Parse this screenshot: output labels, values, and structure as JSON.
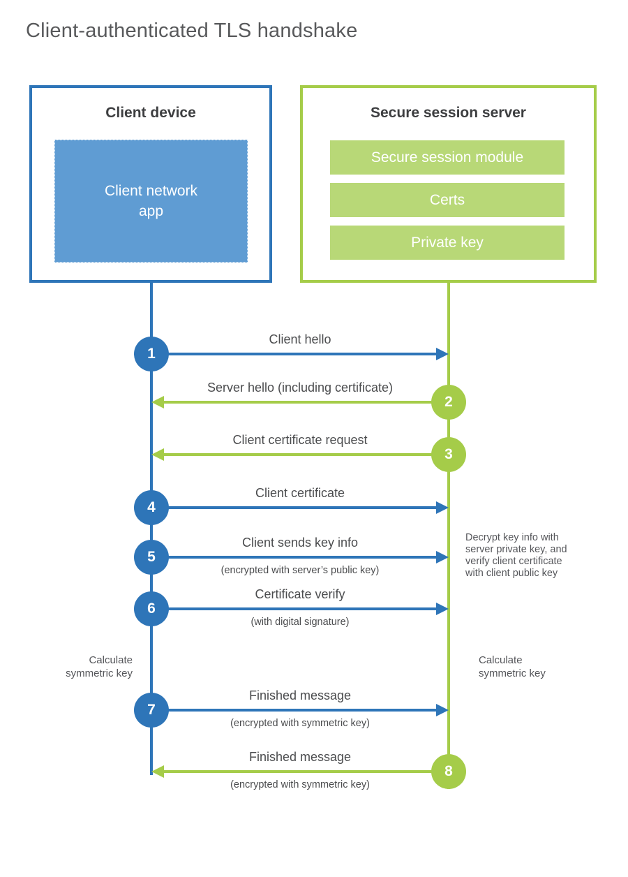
{
  "title": "Client-authenticated TLS handshake",
  "client_box": {
    "title": "Client device",
    "app_label": "Client network\napp"
  },
  "server_box": {
    "title": "Secure session server",
    "modules": [
      "Secure session module",
      "Certs",
      "Private key"
    ]
  },
  "steps": [
    {
      "number": "1",
      "label": "Client hello",
      "sublabel": "",
      "direction": "right",
      "from": "client",
      "to": "server"
    },
    {
      "number": "2",
      "label": "Server hello (including certificate)",
      "sublabel": "",
      "direction": "left",
      "from": "server",
      "to": "client"
    },
    {
      "number": "3",
      "label": "Client certificate request",
      "sublabel": "",
      "direction": "left",
      "from": "server",
      "to": "client"
    },
    {
      "number": "4",
      "label": "Client certificate",
      "sublabel": "",
      "direction": "right",
      "from": "client",
      "to": "server"
    },
    {
      "number": "5",
      "label": "Client sends key info",
      "sublabel": "(encrypted with server’s public key)",
      "direction": "right",
      "from": "client",
      "to": "server"
    },
    {
      "number": "6",
      "label": "Certificate verify",
      "sublabel": "(with digital signature)",
      "direction": "right",
      "from": "client",
      "to": "server"
    },
    {
      "number": "7",
      "label": "Finished message",
      "sublabel": "(encrypted with symmetric key)",
      "direction": "right",
      "from": "client",
      "to": "server"
    },
    {
      "number": "8",
      "label": "Finished message",
      "sublabel": "(encrypted with symmetric key)",
      "direction": "left",
      "from": "server",
      "to": "client"
    }
  ],
  "notes": {
    "decrypt_note": "Decrypt key info with\nserver private key, and\nverify client certificate\nwith client public key",
    "calc_left": "Calculate\nsymmetric key",
    "calc_right": "Calculate\nsymmetric key"
  },
  "colors": {
    "blue": "#2e75b8",
    "blue_fill": "#5f9cd3",
    "green": "#a5cc49",
    "green_fill": "#b8d877",
    "heading_text": "#3d3e40",
    "label_text": "#4b4c4e",
    "title_text": "#58595b"
  }
}
